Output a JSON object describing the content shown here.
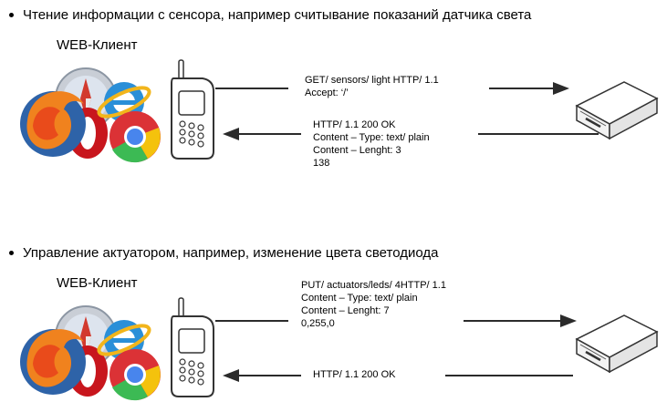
{
  "section1": {
    "heading": "Чтение информации с сенсора, например считывание показаний датчика света",
    "client_label": "WEB-Клиент",
    "request": {
      "lines": [
        "GET/ sensors/ light HTTP/ 1.1",
        "Accept: ‘/’"
      ]
    },
    "response": {
      "lines": [
        "HTTP/ 1.1 200 OK",
        "Content – Type: text/ plain",
        "Content – Lenght: 3",
        "138"
      ]
    }
  },
  "section2": {
    "heading": "Управление актуатором, например, изменение цвета светодиода",
    "client_label": "WEB-Клиент",
    "request": {
      "lines": [
        "PUT/ actuators/leds/ 4HTTP/ 1.1",
        "Content – Type: text/ plain",
        "Content – Lenght: 7",
        "0,255,0"
      ]
    },
    "response": {
      "lines": [
        "HTTP/ 1.1 200 OK"
      ]
    }
  },
  "icons": {
    "browsers": [
      "safari-icon",
      "internet-explorer-icon",
      "firefox-icon",
      "opera-icon",
      "chrome-icon"
    ],
    "phone": "mobile-phone-icon",
    "server": "server-device-icon"
  }
}
